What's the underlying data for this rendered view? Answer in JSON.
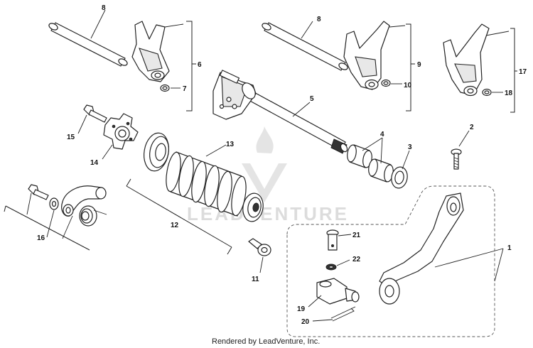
{
  "diagram": {
    "watermark": "LEADVENTURE",
    "footer": "Rendered by LeadVenture, Inc.",
    "callouts": {
      "c1": "1",
      "c2": "2",
      "c3": "3",
      "c4": "4",
      "c5": "5",
      "c6": "6",
      "c7": "7",
      "c8a": "8",
      "c8b": "8",
      "c9": "9",
      "c10": "10",
      "c11": "11",
      "c12": "12",
      "c13": "13",
      "c14": "14",
      "c15": "15",
      "c16": "16",
      "c17": "17",
      "c18": "18",
      "c19": "19",
      "c20": "20",
      "c21": "21",
      "c22": "22"
    }
  }
}
